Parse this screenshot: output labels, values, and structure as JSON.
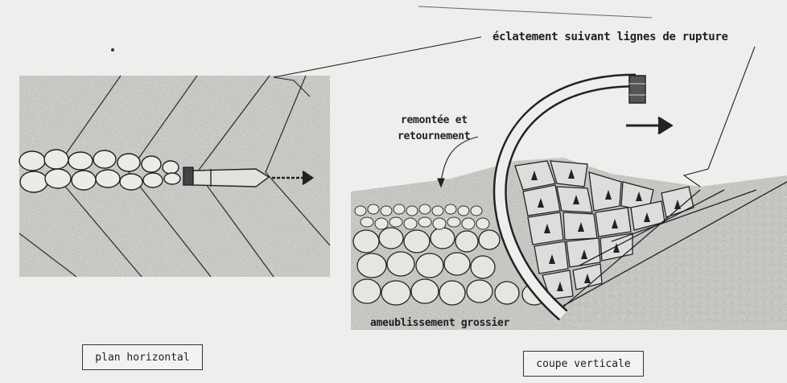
{
  "labels": {
    "rupture": "éclatement suivant lignes de rupture",
    "remontee_line1": "remontée et",
    "remontee_line2": "retournement",
    "ameublissement": "ameublissement grossier",
    "plan": "plan horizontal",
    "coupe": "coupe verticale"
  },
  "colors": {
    "background": "#efeeec",
    "ink": "#222222",
    "stipple": "#555555"
  }
}
